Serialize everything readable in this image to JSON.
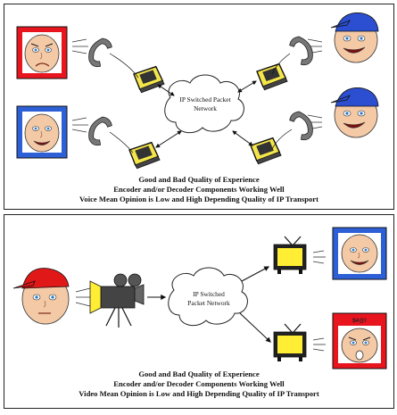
{
  "top_panel": {
    "network_label_line1": "IP Switched Packet",
    "network_label_line2": "Network",
    "caption": [
      "Good and Bad Quality of Experience",
      "Encoder and/or Decoder Components Working Well",
      "Voice Mean Opinion is Low and High Depending Quality of IP Transport"
    ]
  },
  "bottom_panel": {
    "network_label_line1": "IP Switched",
    "network_label_line2": "Packet Network",
    "sign_text": "$#@!",
    "caption": [
      "Good and Bad Quality of Experience",
      "Encoder and/or Decoder Components Working Well",
      "Video Mean Opinion is Low and High Depending Quality of IP Transport"
    ]
  },
  "colors": {
    "frame_red": "#e8141e",
    "frame_blue": "#2d5fd6",
    "skin": "#f3c9a6",
    "cap_blue": "#2b4fd0",
    "cap_red": "#e01818",
    "screen_yellow": "#ffee33",
    "phone_yellow": "#f4e64a",
    "camera_dark": "#333333"
  }
}
